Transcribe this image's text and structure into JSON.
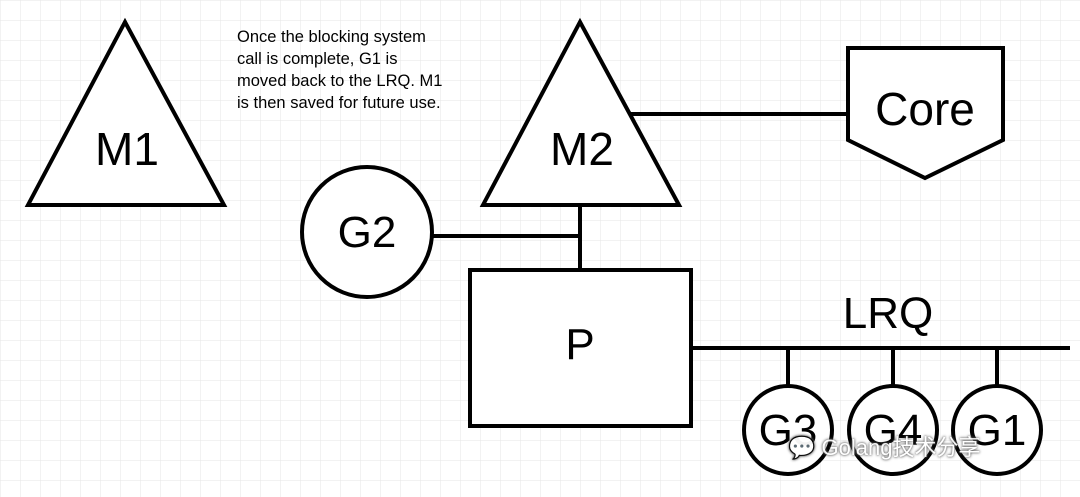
{
  "caption": "Once the blocking system\ncall is complete, G1 is\nmoved back to the LRQ. M1\nis then saved for future use.",
  "nodes": {
    "m1": "M1",
    "m2": "M2",
    "core": "Core",
    "g2": "G2",
    "p": "P",
    "lrq": "LRQ",
    "g3": "G3",
    "g4": "G4",
    "g1": "G1"
  },
  "watermark": "Golang技术分享",
  "colors": {
    "grid": "#e6e6e6",
    "stroke": "#000000",
    "background": "#ffffff"
  }
}
